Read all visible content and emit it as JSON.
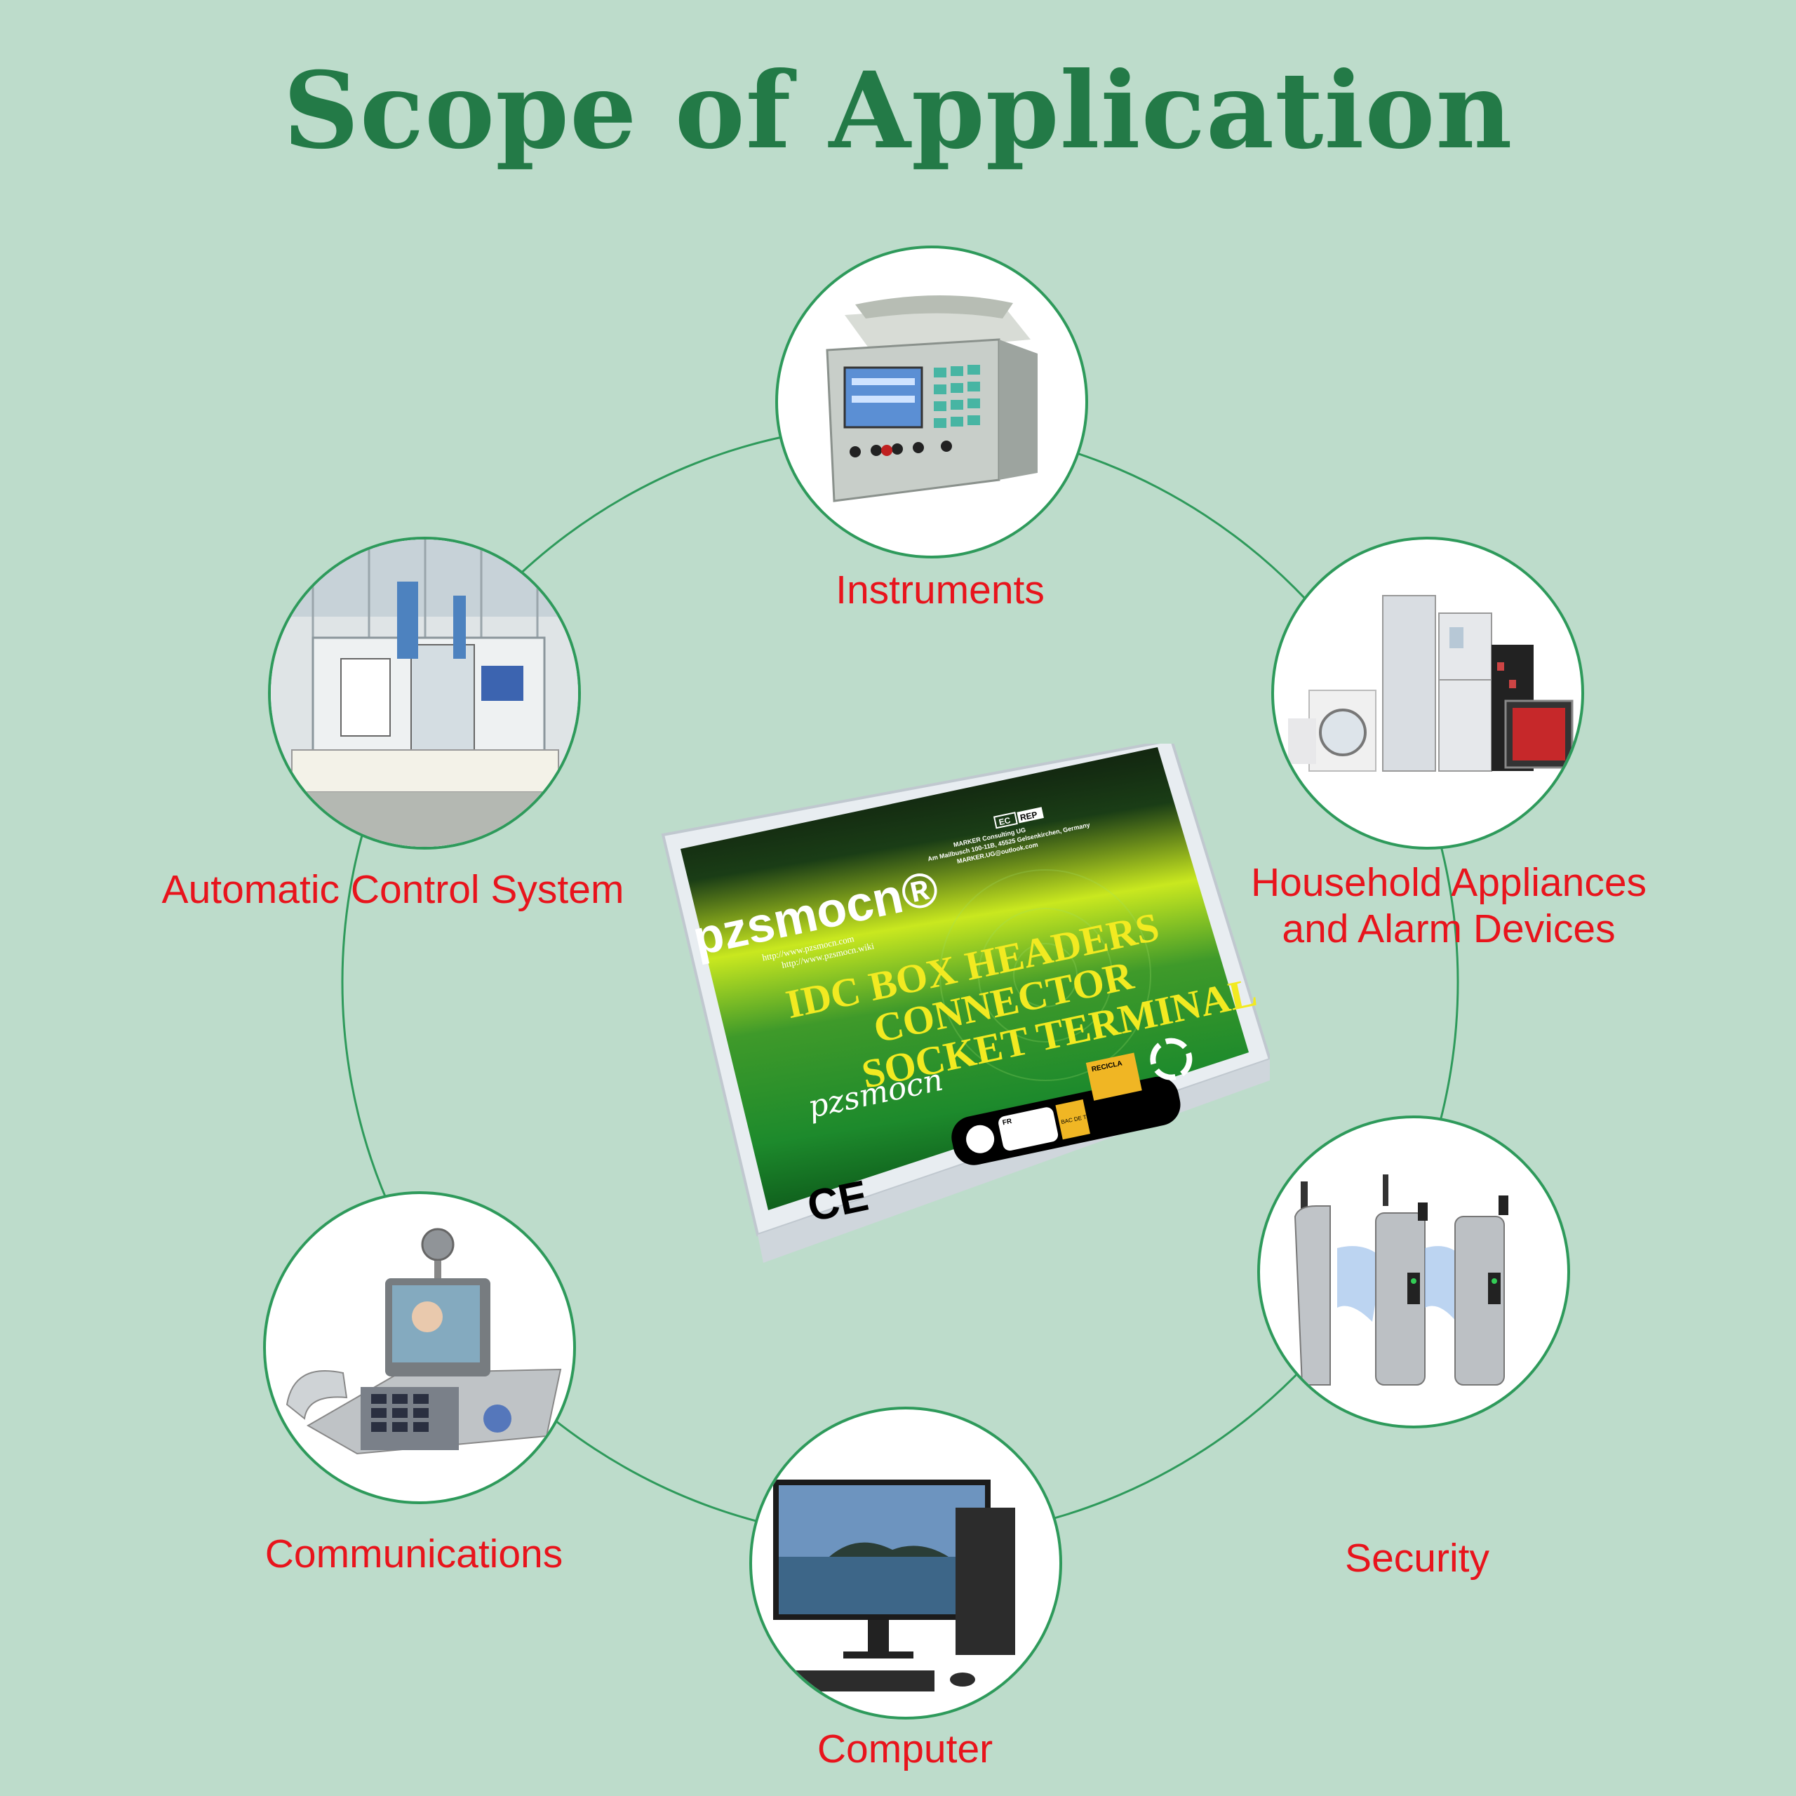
{
  "page": {
    "title": "Scope of Application"
  },
  "colors": {
    "background": "#bddccb",
    "title": "#237a47",
    "label": "#e8141c",
    "ring": "#2e9a5b"
  },
  "applications": [
    {
      "id": "instruments",
      "label": "Instruments",
      "icon": "instrument-panel-icon"
    },
    {
      "id": "household",
      "label": "Household Appliances\nand Alarm Devices",
      "icon": "home-appliances-icon"
    },
    {
      "id": "security",
      "label": "Security",
      "icon": "turnstile-gate-icon"
    },
    {
      "id": "computer",
      "label": "Computer",
      "icon": "desktop-computer-icon"
    },
    {
      "id": "communications",
      "label": "Communications",
      "icon": "video-phone-icon"
    },
    {
      "id": "automatic",
      "label": "Automatic Control System",
      "icon": "factory-line-icon"
    }
  ],
  "product": {
    "brand": "pzsmocn®",
    "urls": [
      "http://www.pzsmocn.com",
      "http://www.pzsmocn.wiki"
    ],
    "title_lines": [
      "IDC BOX HEADERS",
      "CONNECTOR",
      "SOCKET TERMINAL"
    ],
    "script_brand": "pzsmocn",
    "ec_rep": [
      "EC",
      "REP"
    ],
    "rep_lines": [
      "MARKER Consulting UG",
      "Am Mailbusch 100-11B, 45525 Gelsenkirchen, Germany",
      "MARKER.UG@outlook.com"
    ],
    "mark": "CE",
    "recycle_text": "RECICLA",
    "triman_text": "FR",
    "bac_text": "BAC DE TRI"
  }
}
